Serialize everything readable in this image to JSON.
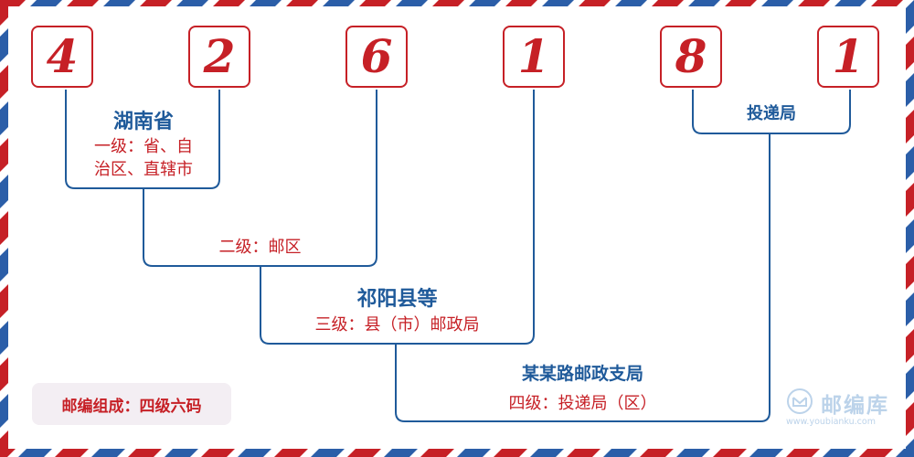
{
  "digits": [
    "4",
    "2",
    "6",
    "1",
    "8",
    "1"
  ],
  "levels": {
    "province": {
      "name": "湖南省",
      "desc_line1": "一级：省、自",
      "desc_line2": "治区、直辖市"
    },
    "postal_area": {
      "desc": "二级：邮区"
    },
    "county": {
      "name": "祁阳县等",
      "desc": "三级：县（市）邮政局"
    },
    "branch": {
      "name": "某某路邮政支局",
      "desc": "四级：投递局（区）"
    },
    "delivery": {
      "name": "投递局"
    }
  },
  "note": "邮编组成：四级六码",
  "brand": {
    "icon": "envelope-icon",
    "name": "邮编库",
    "url": "www.youbianku.com"
  },
  "colors": {
    "red": "#c62026",
    "blue": "#1f5a9a",
    "brand": "#bcd3ea"
  }
}
